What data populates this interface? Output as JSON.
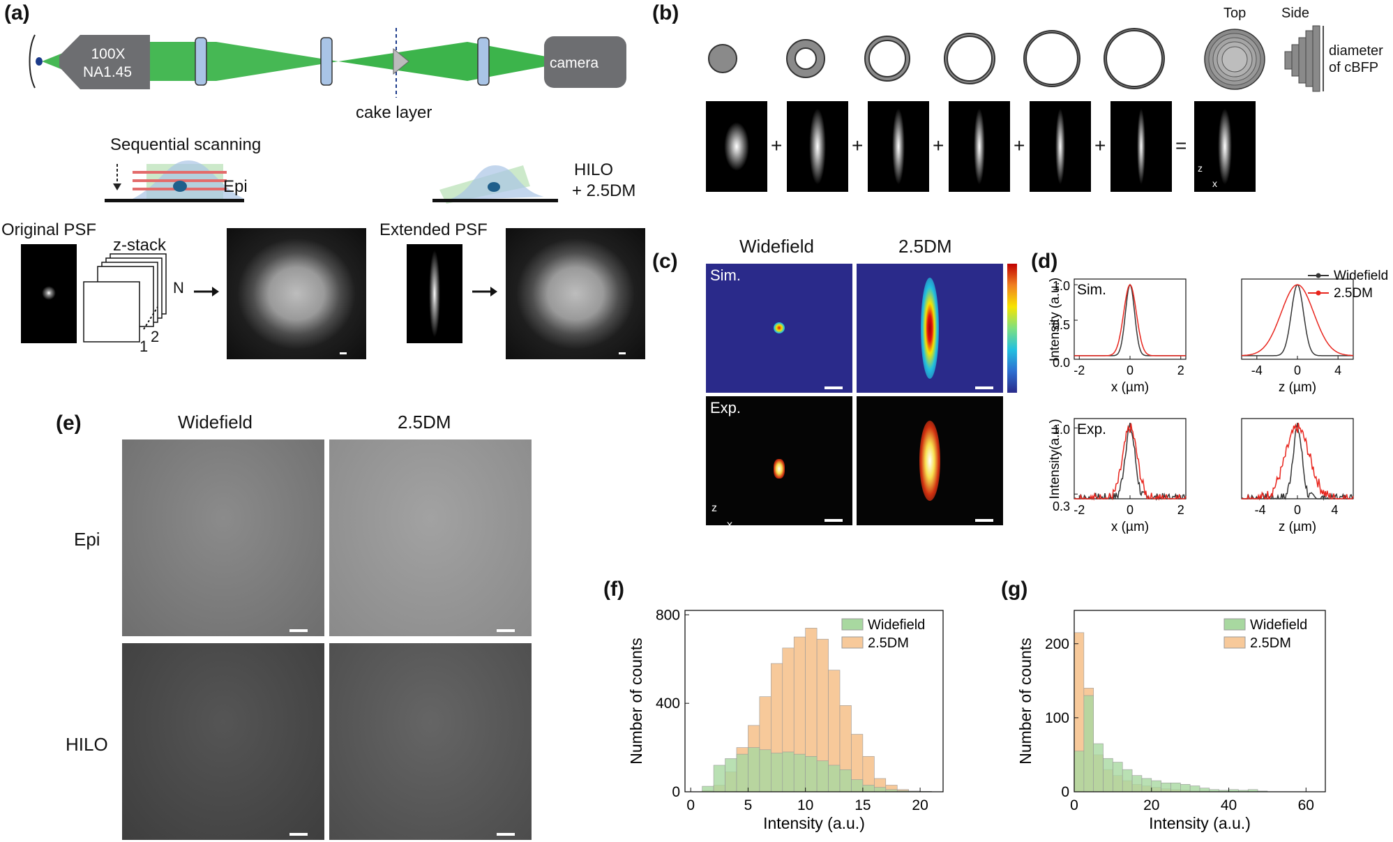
{
  "panels": {
    "a": "(a)",
    "b": "(b)",
    "c": "(c)",
    "d": "(d)",
    "e": "(e)",
    "f": "(f)",
    "g": "(g)"
  },
  "a": {
    "objective_line1": "100X",
    "objective_line2": "NA1.45",
    "camera": "camera",
    "cake_layer": "cake layer",
    "sequential_scanning": "Sequential scanning",
    "epi": "Epi",
    "hilo_line1": "HILO",
    "hilo_line2": "+ 2.5DM",
    "original_psf": "Original PSF",
    "z_stack": "z-stack",
    "stack_n": "N",
    "stack_2": "2",
    "stack_1": "1",
    "extended_psf": "Extended PSF"
  },
  "b": {
    "top": "Top",
    "side": "Side",
    "diameter_line1": "diameter",
    "diameter_line2": "of cBFP",
    "plus": "+",
    "equals": "=",
    "axis_z": "z",
    "axis_x": "x"
  },
  "c": {
    "col1": "Widefield",
    "col2": "2.5DM",
    "row1": "Sim.",
    "row2": "Exp.",
    "axis_z": "z",
    "axis_x": "x"
  },
  "d": {
    "legend": [
      "Widefield",
      "2.5DM"
    ],
    "colors": {
      "widefield": "#333333",
      "dm": "#e8241c"
    },
    "row1": "Sim.",
    "row2": "Exp.",
    "ylabel": "Intensity (a.u.)",
    "ylabel2": "Intensity(a.u.)",
    "xlabel_x": "x (µm)",
    "xlabel_z": "z (µm)",
    "sim_yticks": [
      "1.0",
      "0.5",
      "0.0"
    ],
    "exp_yticks": [
      "1.0",
      "0.3"
    ],
    "x_ticks": [
      "-2",
      "0",
      "2"
    ],
    "z_ticks_sim": [
      "-4",
      "0",
      "4"
    ],
    "z_ticks_exp": [
      "-4",
      "0",
      "4"
    ]
  },
  "e": {
    "col1": "Widefield",
    "col2": "2.5DM",
    "row1": "Epi",
    "row2": "HILO"
  },
  "chart_data": [
    {
      "type": "bar",
      "panel": "f",
      "xlabel": "Intensity (a.u.)",
      "ylabel": "Number of counts",
      "xlim": [
        -0.5,
        22
      ],
      "ylim": [
        0,
        820
      ],
      "xticks": [
        0,
        5,
        10,
        15,
        20
      ],
      "yticks": [
        0,
        400,
        800
      ],
      "bin_width": 1,
      "bin_starts": [
        1,
        2,
        3,
        4,
        5,
        6,
        7,
        8,
        9,
        10,
        11,
        12,
        13,
        14,
        15,
        16,
        17,
        18,
        19,
        20
      ],
      "series": [
        {
          "name": "Widefield",
          "color": "#a8d8a0",
          "values": [
            25,
            120,
            150,
            170,
            200,
            190,
            175,
            180,
            170,
            160,
            140,
            120,
            100,
            55,
            30,
            20,
            10,
            5,
            3,
            2
          ]
        },
        {
          "name": "2.5DM",
          "color": "#f7c99a",
          "values": [
            5,
            30,
            90,
            200,
            300,
            430,
            580,
            650,
            700,
            740,
            690,
            550,
            390,
            260,
            160,
            60,
            30,
            10,
            3,
            1
          ]
        }
      ],
      "legend": [
        "Widefield",
        "2.5DM"
      ]
    },
    {
      "type": "bar",
      "panel": "g",
      "xlabel": "Intensity (a.u.)",
      "ylabel": "Number of counts",
      "xlim": [
        0,
        65
      ],
      "ylim": [
        0,
        245
      ],
      "xticks": [
        0,
        20,
        40,
        60
      ],
      "yticks": [
        0,
        100,
        200
      ],
      "bin_width": 2.5,
      "bin_starts": [
        0,
        2.5,
        5,
        7.5,
        10,
        12.5,
        15,
        17.5,
        20,
        22.5,
        25,
        27.5,
        30,
        32.5,
        35,
        37.5,
        40,
        42.5,
        45,
        47.5
      ],
      "series": [
        {
          "name": "Widefield",
          "color": "#a8d8a0",
          "values": [
            55,
            130,
            65,
            45,
            40,
            30,
            22,
            18,
            15,
            12,
            12,
            10,
            8,
            5,
            3,
            2,
            3,
            2,
            3,
            1
          ]
        },
        {
          "name": "2.5DM",
          "color": "#f7c99a",
          "values": [
            215,
            140,
            50,
            30,
            22,
            15,
            10,
            8,
            6,
            4,
            3,
            2,
            1,
            1,
            0,
            0,
            0,
            0,
            0,
            0
          ]
        }
      ],
      "legend": [
        "Widefield",
        "2.5DM"
      ]
    }
  ]
}
